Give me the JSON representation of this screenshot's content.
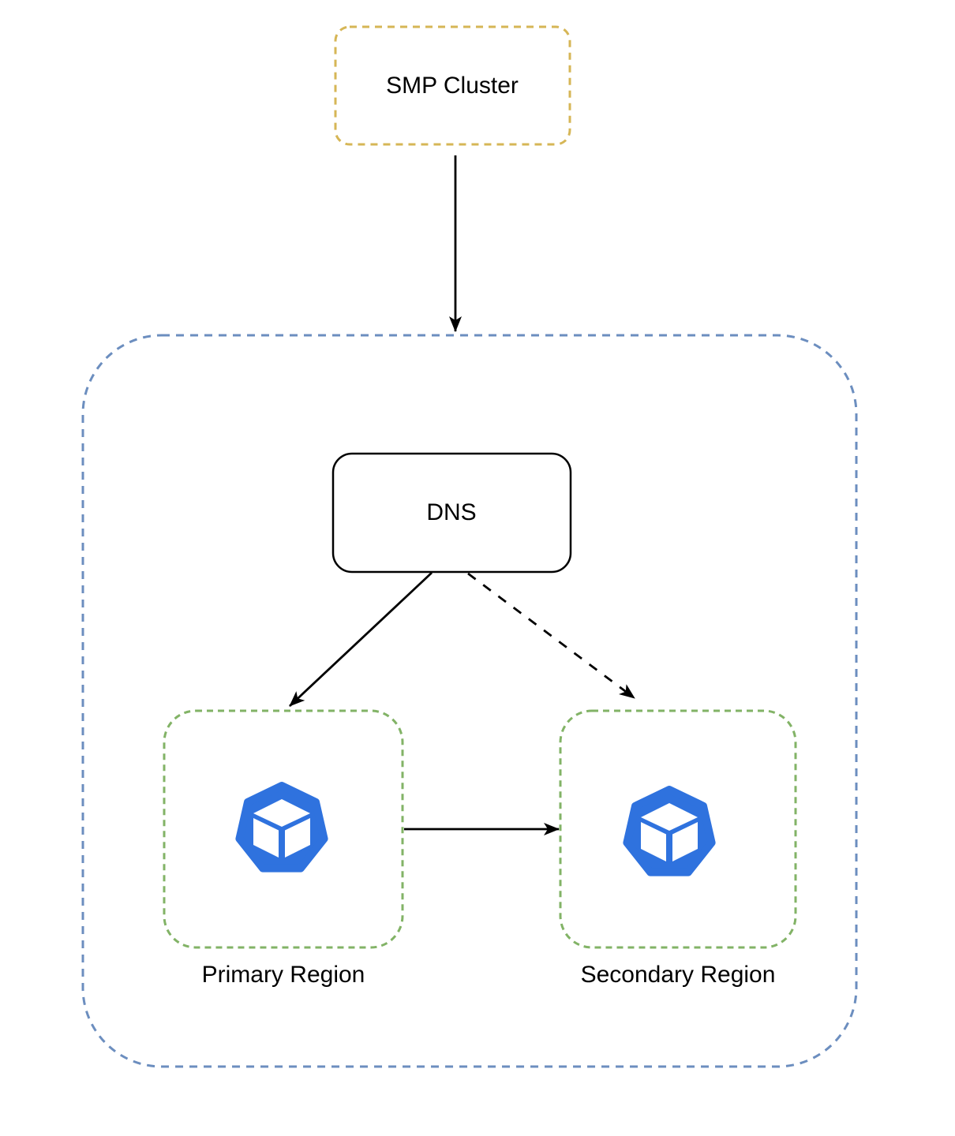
{
  "diagram": {
    "nodes": {
      "smp_cluster": {
        "label": "SMP Cluster",
        "border_color": "#D6B656",
        "border_style": "dashed"
      },
      "outer_container": {
        "border_color": "#6C8EBF",
        "border_style": "dashed"
      },
      "dns": {
        "label": "DNS",
        "border_color": "#000000",
        "border_style": "solid"
      },
      "primary_region": {
        "label": "Primary Region",
        "border_color": "#82B366",
        "border_style": "dashed",
        "icon": "cluster-cube-icon"
      },
      "secondary_region": {
        "label": "Secondary Region",
        "border_color": "#82B366",
        "border_style": "dashed",
        "icon": "cluster-cube-icon"
      }
    },
    "edges": [
      {
        "from": "smp_cluster",
        "to": "outer_container",
        "style": "solid"
      },
      {
        "from": "dns",
        "to": "primary_region",
        "style": "solid"
      },
      {
        "from": "dns",
        "to": "secondary_region",
        "style": "dashed"
      },
      {
        "from": "primary_region",
        "to": "secondary_region",
        "style": "solid"
      }
    ],
    "colors": {
      "icon_blue": "#2F72DE",
      "arrow": "#000000",
      "background": "#FFFFFF"
    }
  }
}
